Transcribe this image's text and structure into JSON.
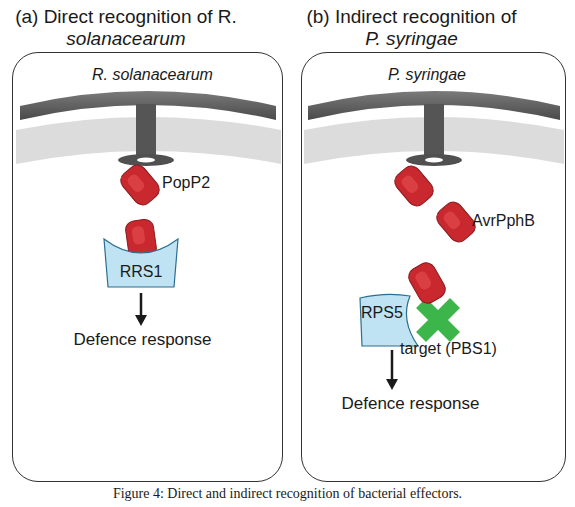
{
  "diagram": {
    "caption": "Figure 4: Direct and indirect recognition of bacterial effectors.",
    "nodes": [
      {
        "text": [
          "(a) Direct recognition of R. solanacearum"
        ]
      },
      {
        "text": [
          "PopP2"
        ],
        "in": 0
      },
      {
        "text": [
          "RRS1"
        ],
        "in": 0
      },
      {
        "text": [
          "Defence response"
        ],
        "in": 0
      },
      {
        "text": [
          "(b) Indirect recognition of P. syringae"
        ]
      },
      {
        "text": [
          "AvrPphB"
        ],
        "in": 4
      },
      {
        "text": [
          "RPS5"
        ],
        "in": 4
      },
      {
        "text": [
          "target (PBS1)"
        ],
        "in": 4
      },
      {
        "text": [
          "Defence response"
        ],
        "in": 4
      }
    ],
    "edges": [
      {
        "from": 2,
        "to": 3,
        "arrow": "to"
      },
      {
        "from": 6,
        "to": 8,
        "arrow": "to"
      }
    ],
    "labels": [
      "R. solanacearum",
      "P. syringae"
    ]
  }
}
